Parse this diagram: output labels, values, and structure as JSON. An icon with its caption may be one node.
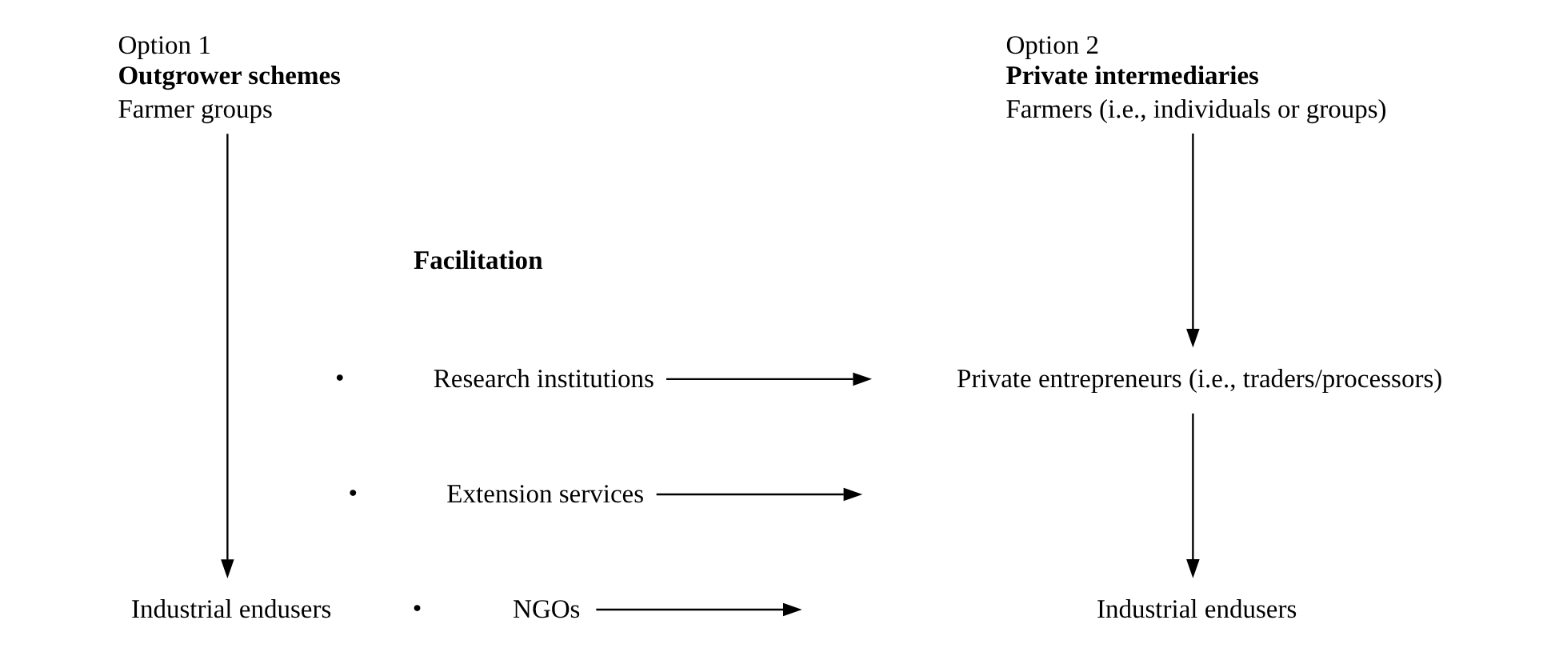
{
  "diagram": {
    "nodes": [
      {
        "text": [
          "Option 1",
          "Outgrower schemes",
          "Farmer groups"
        ]
      },
      {
        "text": [
          "Industrial endusers"
        ]
      },
      {
        "text": [
          "Option 2",
          "Private intermediaries",
          "Farmers (i.e., individuals or groups)"
        ]
      },
      {
        "text": [
          "Private entrepreneurs (i.e., traders/processors)"
        ]
      },
      {
        "text": [
          "Industrial endusers"
        ]
      },
      {
        "text": [
          "Research institutions"
        ]
      },
      {
        "text": [
          "Extension services"
        ]
      },
      {
        "text": [
          "NGOs"
        ]
      }
    ],
    "edges": [
      {
        "from": 0,
        "to": 1,
        "arrow": "to"
      },
      {
        "from": 2,
        "to": 3,
        "arrow": "to"
      },
      {
        "from": 3,
        "to": 4,
        "arrow": "to"
      },
      {
        "from": 5,
        "to": null,
        "arrow": "to"
      },
      {
        "from": 6,
        "to": null,
        "arrow": "to"
      },
      {
        "from": 7,
        "to": null,
        "arrow": "to"
      }
    ],
    "labels": [
      "Facilitation",
      "•",
      "•",
      "•"
    ]
  }
}
